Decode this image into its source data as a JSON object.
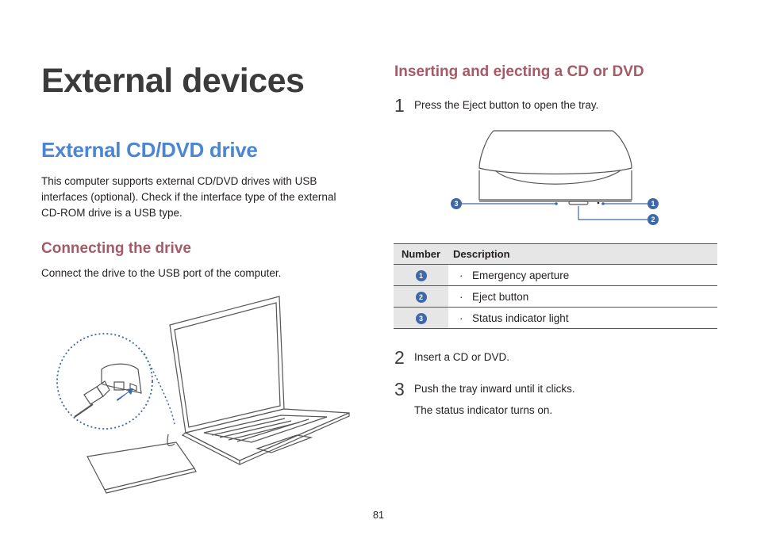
{
  "page": {
    "title": "External devices",
    "section_title": "External CD/DVD drive",
    "intro": "This computer supports external CD/DVD drives with USB interfaces (optional). Check if the interface type of the external CD-ROM drive is a USB type.",
    "page_number": "81"
  },
  "connecting": {
    "title": "Connecting the drive",
    "text": "Connect the drive to the USB port of the computer."
  },
  "ejecting": {
    "title": "Inserting and ejecting a CD or DVD",
    "steps": [
      {
        "number": "1",
        "text": "Press the Eject button to open the tray."
      },
      {
        "number": "2",
        "text": "Insert a CD or DVD."
      },
      {
        "number": "3",
        "text": "Push the tray inward until it clicks."
      }
    ],
    "step3_note": "The status indicator turns on.",
    "callouts": [
      "1",
      "2",
      "3"
    ]
  },
  "table": {
    "headers": [
      "Number",
      "Description"
    ],
    "rows": [
      {
        "number": "1",
        "description": "Emergency aperture"
      },
      {
        "number": "2",
        "description": "Eject button"
      },
      {
        "number": "3",
        "description": "Status indicator light"
      }
    ],
    "bullet": "·"
  },
  "colors": {
    "section_blue": "#4a86d3",
    "subsection_rose": "#a55b67",
    "badge_blue": "#3e68a8",
    "table_shade": "#e6e6e6"
  }
}
